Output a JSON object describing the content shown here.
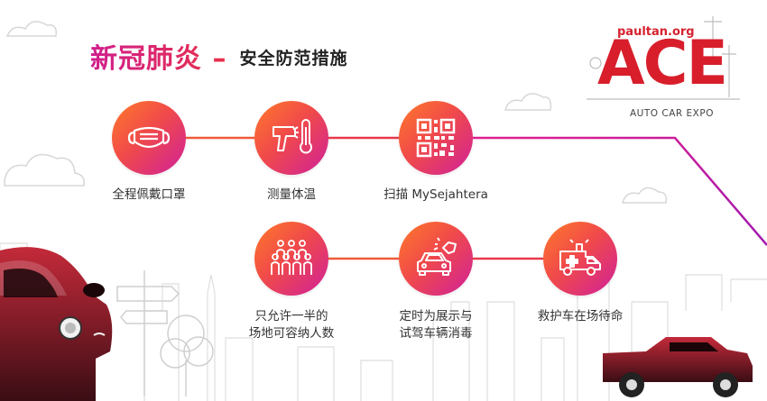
{
  "title": {
    "main": "新冠肺炎 –",
    "sub": "安全防范措施"
  },
  "logo": {
    "site": "paultan.org",
    "wordmark": "ACE",
    "tagline": "AUTO CAR EXPO"
  },
  "steps": [
    {
      "label": "全程佩戴口罩",
      "icon": "face-mask-icon"
    },
    {
      "label": "测量体温",
      "icon": "thermometer-gun-icon"
    },
    {
      "label": "扫描 MySejahtera",
      "icon": "qr-code-icon"
    },
    {
      "label_line1": "只允许一半的",
      "label_line2": "场地可容纳人数",
      "icon": "crowd-icon"
    },
    {
      "label_line1": "定时为展示与",
      "label_line2": "试驾车辆消毒",
      "icon": "car-sanitize-icon"
    },
    {
      "label": "救护车在场待命",
      "icon": "ambulance-icon"
    }
  ],
  "colors": {
    "accent_orange": "#ff7a2a",
    "accent_magenta": "#d0209a",
    "brand_red": "#d81e2b"
  }
}
